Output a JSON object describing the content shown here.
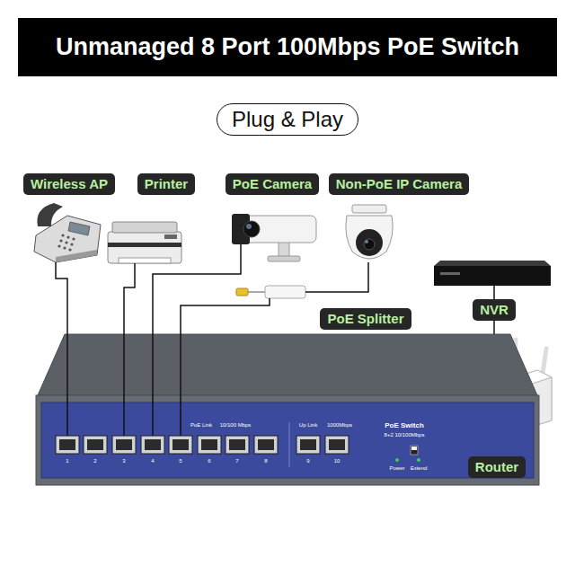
{
  "diagram": {
    "title": "Unmanaged 8 Port 100Mbps PoE Switch",
    "nodes": [
      {
        "text": [
          "Plug & Play"
        ]
      },
      {
        "text": [
          "Wireless AP"
        ]
      },
      {
        "text": [
          "Printer"
        ]
      },
      {
        "text": [
          "PoE Camera"
        ]
      },
      {
        "text": [
          "Non-PoE IP Camera"
        ]
      },
      {
        "text": [
          "PoE Splitter"
        ]
      },
      {
        "text": [
          "NVR"
        ]
      },
      {
        "text": [
          "Router"
        ]
      }
    ],
    "labels": [
      "PoE Link",
      "10/100 Mbps",
      "Up Link",
      "1000Mbps",
      "PoE Switch",
      "8+2 10/100Mbps",
      "Power",
      "Extend",
      "1",
      "2",
      "3",
      "4",
      "5",
      "6",
      "7",
      "8",
      "9",
      "10"
    ]
  }
}
